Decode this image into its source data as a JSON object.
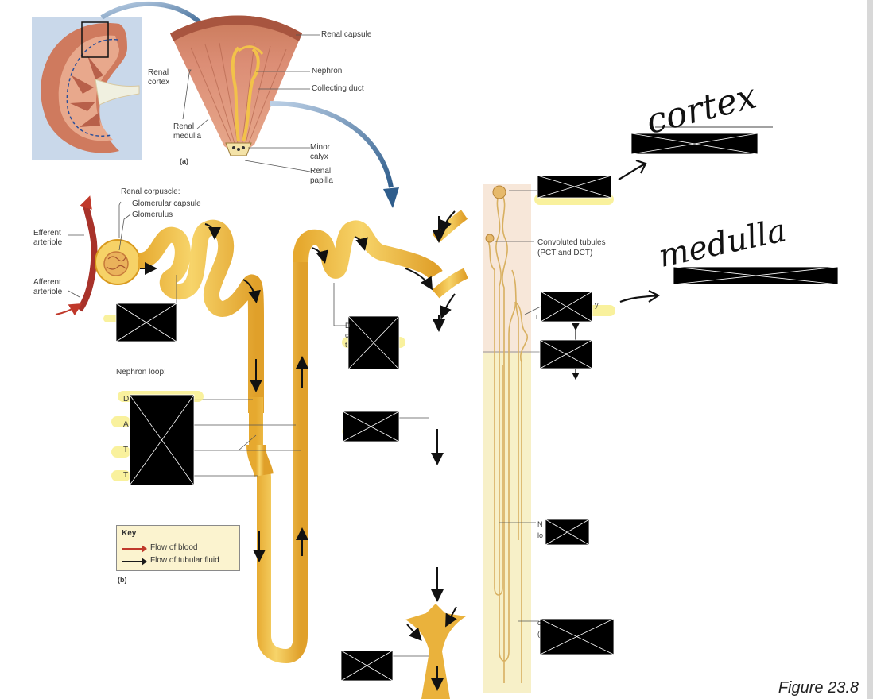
{
  "figure": {
    "caption": "Figure 23.8",
    "panel_a_label": "(a)",
    "panel_b_label": "(b)"
  },
  "panel_a": {
    "renal_capsule": "Renal capsule",
    "renal_cortex": [
      "Renal",
      "cortex"
    ],
    "nephron": "Nephron",
    "collecting_duct": "Collecting duct",
    "renal_medulla": [
      "Renal",
      "medulla"
    ],
    "minor_calyx": [
      "Minor",
      "calyx"
    ],
    "renal_papilla": [
      "Renal",
      "papilla"
    ]
  },
  "panel_b": {
    "renal_corpuscle": "Renal corpuscle:",
    "glomerular_capsule": "Glomerular capsule",
    "glomerulus": "Glomerulus",
    "efferent_arteriole": [
      "Efferent",
      "arteriole"
    ],
    "afferent_arteriole": [
      "Afferent",
      "arteriole"
    ],
    "nephron_loop": "Nephron loop:",
    "loop_fragments": [
      "D",
      "A",
      "T",
      "T"
    ],
    "dct_fragments": [
      "D",
      "c",
      "t"
    ]
  },
  "panel_c": {
    "convoluted_tubules": [
      "Convoluted tubules",
      "(PCT and DCT)"
    ],
    "fragment_1": "y",
    "fragment_2": "r",
    "fragment_3": "N",
    "fragment_4": "lo",
    "fragment_5": "c",
    "fragment_6": "("
  },
  "key": {
    "title": "Key",
    "blood": "Flow of blood",
    "fluid": "Flow of tubular fluid",
    "blood_color": "#c0392b",
    "fluid_color": "#1a1a1a"
  },
  "handwriting": {
    "cortex": "cortex",
    "medulla": "medulla"
  },
  "colors": {
    "tubule": "#f2c24a",
    "tubule_dark": "#d99a1f",
    "kidney_bg": "#c9d8ea",
    "cortex_pink": "#d98a72",
    "redaction": "#000000"
  }
}
